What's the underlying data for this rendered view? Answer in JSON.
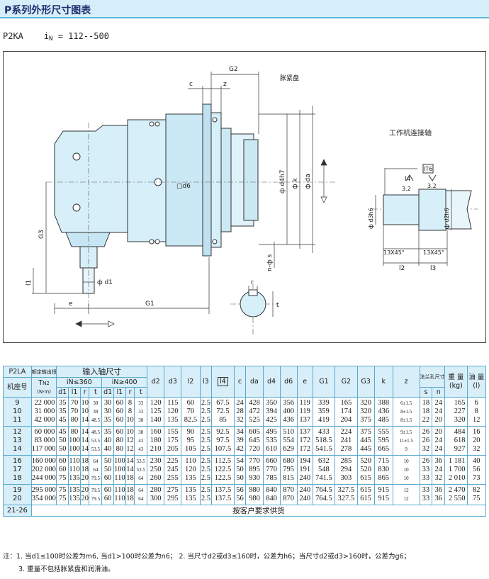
{
  "page": {
    "title": "P系列外形尺寸图表",
    "subtitle_model": "P2KA",
    "subtitle_ratio_prefix": "i",
    "subtitle_ratio_sub": "N",
    "subtitle_ratio_value": " = 112--500"
  },
  "drawing": {
    "labels": {
      "g2": "G2",
      "c": "c",
      "z": "z",
      "clamp_disc": "胀紧盘",
      "d6": "□d6",
      "d4h7": "ф d4h7",
      "k": "ф k",
      "da": "ф da",
      "g3": "G3",
      "l1": "l1",
      "d1": "ф d1",
      "e": "e",
      "g1": "G1",
      "s": "n-ф s",
      "r": "r",
      "t": "t",
      "shaft_title": "工作机连接轴",
      "it6": "IT6",
      "l4": "l4",
      "rough1": "3.2",
      "rough2": "3.2",
      "d3h6": "ф d3h6",
      "d2h6": "ф d2h6",
      "chamfer1": "13X45°",
      "chamfer2": "13X45°",
      "l2": "l2",
      "l3": "l3"
    }
  },
  "table": {
    "h_model": "P2LA",
    "h_base": "机座号",
    "h_torque": "额定输出扭矩",
    "h_torque_sym": "T",
    "h_torque_sub": "N2",
    "h_torque_unit": "(N·m)",
    "h_input_shaft": "输入轴尺寸",
    "h_in_low": "iN≤360",
    "h_in_high": "iN≥400",
    "h_d1": "d1",
    "h_l1": "l1",
    "h_r": "r",
    "h_t": "t",
    "h_d1b": "d1",
    "h_l1b": "l1",
    "h_rb": "r",
    "h_tb": "t",
    "h_cols": [
      "d2",
      "d3",
      "l2",
      "l3",
      "l4",
      "c",
      "da",
      "d4",
      "d6",
      "e",
      "G1",
      "G2",
      "G3",
      "k",
      "z"
    ],
    "h_flange": "法兰孔尺寸",
    "h_s": "s",
    "h_n": "n",
    "h_weight": "重 量",
    "h_weight_unit": "(kg)",
    "h_oil": "油 量",
    "h_oil_unit": "(l)",
    "groups": [
      {
        "size": [
          "9",
          "10",
          "11"
        ],
        "torque": [
          "22 000",
          "31 000",
          "42 000"
        ],
        "d1": [
          "35",
          "35",
          "45"
        ],
        "l1": [
          "70",
          "70",
          "80"
        ],
        "r": [
          "10",
          "10",
          "14"
        ],
        "t": [
          "38",
          "38",
          "48.5"
        ],
        "d1b": [
          "30",
          "30",
          "35"
        ],
        "l1b": [
          "60",
          "60",
          "60"
        ],
        "rb": [
          "8",
          "8",
          "10"
        ],
        "tb": [
          "33",
          "33",
          "38"
        ],
        "d2": [
          "120",
          "125",
          "140"
        ],
        "d3": [
          "115",
          "120",
          "135"
        ],
        "l2": [
          "60",
          "70",
          "82.5"
        ],
        "l3": [
          "2.5",
          "2.5",
          "2.5"
        ],
        "l4": [
          "67.5",
          "72.5",
          "85"
        ],
        "c": [
          "24",
          "28",
          "32"
        ],
        "da": [
          "428",
          "472",
          "525"
        ],
        "d4": [
          "350",
          "394",
          "425"
        ],
        "d6": [
          "356",
          "400",
          "436"
        ],
        "e": [
          "119",
          "119",
          "137"
        ],
        "G1": [
          "339",
          "359",
          "419"
        ],
        "G2": [
          "165",
          "174",
          "204"
        ],
        "G3": [
          "320",
          "320",
          "375"
        ],
        "k": [
          "388",
          "436",
          "485"
        ],
        "z": [
          "6±1.5",
          "8±1.5",
          "8±1.5"
        ],
        "s": [
          "18",
          "18",
          "22"
        ],
        "n": [
          "24",
          "24",
          "20"
        ],
        "weight": [
          "165",
          "227",
          "320"
        ],
        "oil": [
          "6",
          "8",
          "12"
        ]
      },
      {
        "size": [
          "12",
          "13",
          "14"
        ],
        "torque": [
          "60 000",
          "83 000",
          "117 000"
        ],
        "d1": [
          "45",
          "50",
          "50"
        ],
        "l1": [
          "80",
          "100",
          "100"
        ],
        "r": [
          "14",
          "14",
          "14"
        ],
        "t": [
          "48.5",
          "53.5",
          "53.5"
        ],
        "d1b": [
          "35",
          "40",
          "40"
        ],
        "l1b": [
          "60",
          "80",
          "80"
        ],
        "rb": [
          "10",
          "12",
          "12"
        ],
        "tb": [
          "38",
          "43",
          "43"
        ],
        "d2": [
          "160",
          "180",
          "210"
        ],
        "d3": [
          "155",
          "175",
          "205"
        ],
        "l2": [
          "90",
          "95",
          "105"
        ],
        "l3": [
          "2.5",
          "2.5",
          "2.5"
        ],
        "l4": [
          "92.5",
          "97.5",
          "107.5"
        ],
        "c": [
          "34",
          "39",
          "42"
        ],
        "da": [
          "605",
          "645",
          "720"
        ],
        "d4": [
          "495",
          "535",
          "610"
        ],
        "d6": [
          "510",
          "554",
          "629"
        ],
        "e": [
          "137",
          "172",
          "172"
        ],
        "G1": [
          "433",
          "518.5",
          "541.5"
        ],
        "G2": [
          "224",
          "241",
          "278"
        ],
        "G3": [
          "375",
          "445",
          "445"
        ],
        "k": [
          "555",
          "595",
          "665"
        ],
        "z": [
          "9±1.5",
          "11±1.5",
          "9"
        ],
        "s": [
          "26",
          "26",
          "32"
        ],
        "n": [
          "20",
          "24",
          "24"
        ],
        "weight": [
          "484",
          "618",
          "927"
        ],
        "oil": [
          "16",
          "20",
          "32"
        ]
      },
      {
        "size": [
          "16",
          "17",
          "18"
        ],
        "torque": [
          "160 000",
          "202 000",
          "244 000"
        ],
        "d1": [
          "60",
          "60",
          "75"
        ],
        "l1": [
          "110",
          "110",
          "135"
        ],
        "r": [
          "18",
          "18",
          "20"
        ],
        "t": [
          "64",
          "64",
          "79.5"
        ],
        "d1b": [
          "50",
          "50",
          "60"
        ],
        "l1b": [
          "100",
          "100",
          "110"
        ],
        "rb": [
          "14",
          "14",
          "18"
        ],
        "tb": [
          "53.5",
          "53.5",
          "64"
        ],
        "d2": [
          "230",
          "250",
          "260"
        ],
        "d3": [
          "225",
          "245",
          "255"
        ],
        "l2": [
          "110",
          "120",
          "135"
        ],
        "l3": [
          "2.5",
          "2.5",
          "2.5"
        ],
        "l4": [
          "112.5",
          "122.5",
          "122.5"
        ],
        "c": [
          "54",
          "50",
          "50"
        ],
        "da": [
          "770",
          "895",
          "930"
        ],
        "d4": [
          "660",
          "770",
          "785"
        ],
        "d6": [
          "680",
          "795",
          "815"
        ],
        "e": [
          "194",
          "191",
          "240"
        ],
        "G1": [
          "632",
          "548",
          "741.5"
        ],
        "G2": [
          "285",
          "294",
          "303"
        ],
        "G3": [
          "520",
          "520",
          "615"
        ],
        "k": [
          "715",
          "830",
          "865"
        ],
        "z": [
          "10",
          "10",
          "10"
        ],
        "s": [
          "26",
          "33",
          "33"
        ],
        "n": [
          "36",
          "24",
          "32"
        ],
        "weight": [
          "1 181",
          "1 700",
          "2 010"
        ],
        "oil": [
          "40",
          "56",
          "73"
        ]
      },
      {
        "size": [
          "19",
          "20"
        ],
        "torque": [
          "295 000",
          "354 000"
        ],
        "d1": [
          "75",
          "75"
        ],
        "l1": [
          "135",
          "135"
        ],
        "r": [
          "20",
          "20"
        ],
        "t": [
          "79.5",
          "79.5"
        ],
        "d1b": [
          "60",
          "60"
        ],
        "l1b": [
          "110",
          "110"
        ],
        "rb": [
          "18",
          "18"
        ],
        "tb": [
          "64",
          "64"
        ],
        "d2": [
          "280",
          "300"
        ],
        "d3": [
          "275",
          "295"
        ],
        "l2": [
          "135",
          "135"
        ],
        "l3": [
          "2.5",
          "2.5"
        ],
        "l4": [
          "137.5",
          "137.5"
        ],
        "c": [
          "56",
          "56"
        ],
        "da": [
          "980",
          "980"
        ],
        "d4": [
          "840",
          "840"
        ],
        "d6": [
          "870",
          "870"
        ],
        "e": [
          "240",
          "240"
        ],
        "G1": [
          "764.5",
          "764.5"
        ],
        "G2": [
          "327.5",
          "327.5"
        ],
        "G3": [
          "615",
          "615"
        ],
        "k": [
          "915",
          "915"
        ],
        "z": [
          "12",
          "12"
        ],
        "s": [
          "33",
          "33"
        ],
        "n": [
          "36",
          "36"
        ],
        "weight": [
          "2 470",
          "2 550"
        ],
        "oil": [
          "82",
          "75"
        ]
      }
    ],
    "last_row_size": "21-26",
    "last_row_text": "按客户要求供货"
  },
  "notes": {
    "line1": "注：1. 当d1≤100时公差为m6, 当d1>100时公差为n6；  2. 当尺寸d2或d3≤160时，公差为h6；当尺寸d2或d3>160时，公差为g6；",
    "line2": "3. 重量不包括胀紧盘和润滑油。"
  },
  "colors": {
    "header_bg": "#d8eef8",
    "border": "#5aa9cf",
    "title_text": "#1d2f6f"
  }
}
